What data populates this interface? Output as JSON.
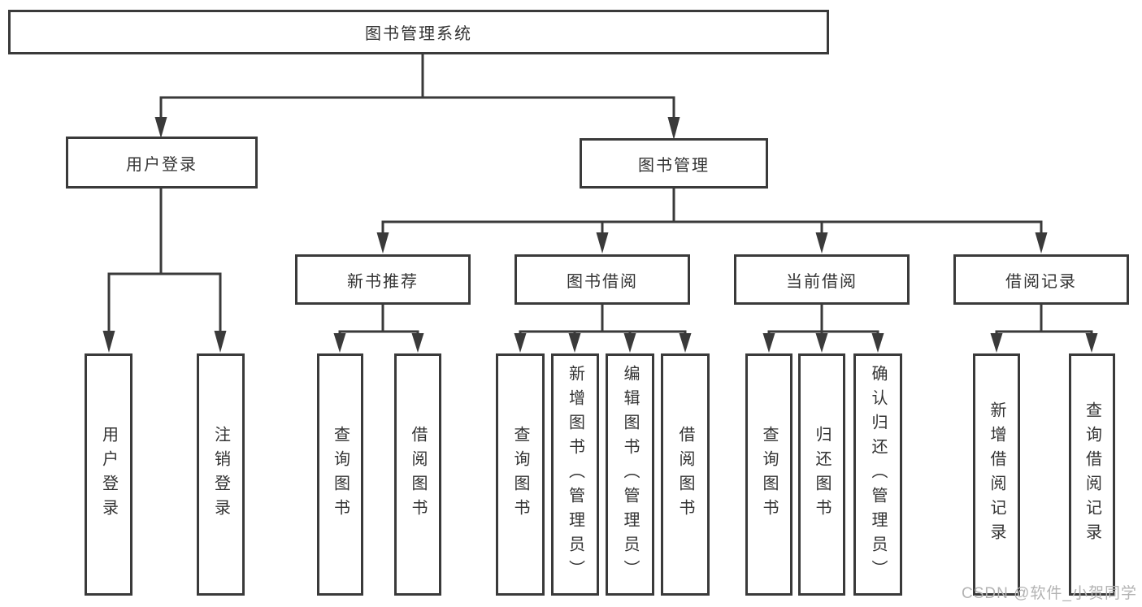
{
  "diagram": {
    "root_label": "图书管理系统",
    "nodes": {
      "user_login": {
        "label": "用户登录",
        "children": [
          "用户登录",
          "注销登录"
        ]
      },
      "book_mgmt": {
        "label": "图书管理"
      },
      "new_books": {
        "label": "新书推荐",
        "children": [
          "查询图书",
          "借阅图书"
        ]
      },
      "book_borrow": {
        "label": "图书借阅",
        "children": [
          "查询图书",
          "新增图书（管理员）",
          "编辑图书（管理员）",
          "借阅图书"
        ]
      },
      "current_borrow": {
        "label": "当前借阅",
        "children": [
          "查询图书",
          "归还图书",
          "确认归还（管理员）"
        ]
      },
      "borrow_records": {
        "label": "借阅记录",
        "children": [
          "新增借阅记录",
          "查询借阅记录"
        ]
      }
    }
  },
  "watermark": "CSDN @软件_小贺同学",
  "colors": {
    "line": "#3a3a3a",
    "text": "#333333",
    "background": "#ffffff",
    "watermark": "#b3b3b3"
  }
}
